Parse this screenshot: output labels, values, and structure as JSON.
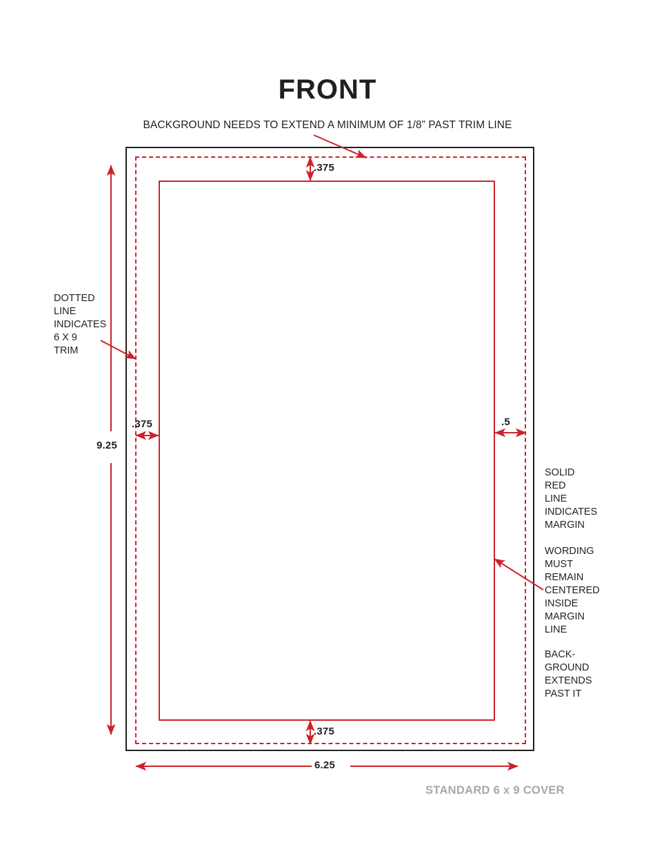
{
  "page": {
    "title": "FRONT",
    "bleed_note": "BACKGROUND NEEDS TO EXTEND A MINIMUM OF 1/8” PAST TRIM LINE",
    "footer": "STANDARD 6 x 9 COVER",
    "background_color": "#ffffff"
  },
  "colors": {
    "red": "#cc2229",
    "black": "#231f20",
    "gray": "#a6a8ab"
  },
  "boxes": {
    "bleed": {
      "name": "bleed-box",
      "stroke": "#231f20",
      "style": "solid"
    },
    "trim": {
      "name": "trim-box",
      "stroke": "#cc2229",
      "style": "dashed"
    },
    "margin": {
      "name": "margin-box",
      "stroke": "#cc2229",
      "style": "solid"
    }
  },
  "annotations": {
    "dotted_line": "DOTTED\nLINE\nINDICATES\n6 X 9\nTRIM",
    "solid_red": "SOLID\nRED\nLINE\nINDICATES\nMARGIN",
    "wording": "WORDING\nMUST\nREMAIN\nCENTERED\nINSIDE\nMARGIN\nLINE",
    "background": "BACK-\nGROUND\nEXTENDS\nPAST IT"
  },
  "dimensions": {
    "top_margin": ".375",
    "bottom_margin": ".375",
    "left_margin": ".375",
    "right_margin": ".5",
    "height": "9.25",
    "width": "6.25"
  }
}
